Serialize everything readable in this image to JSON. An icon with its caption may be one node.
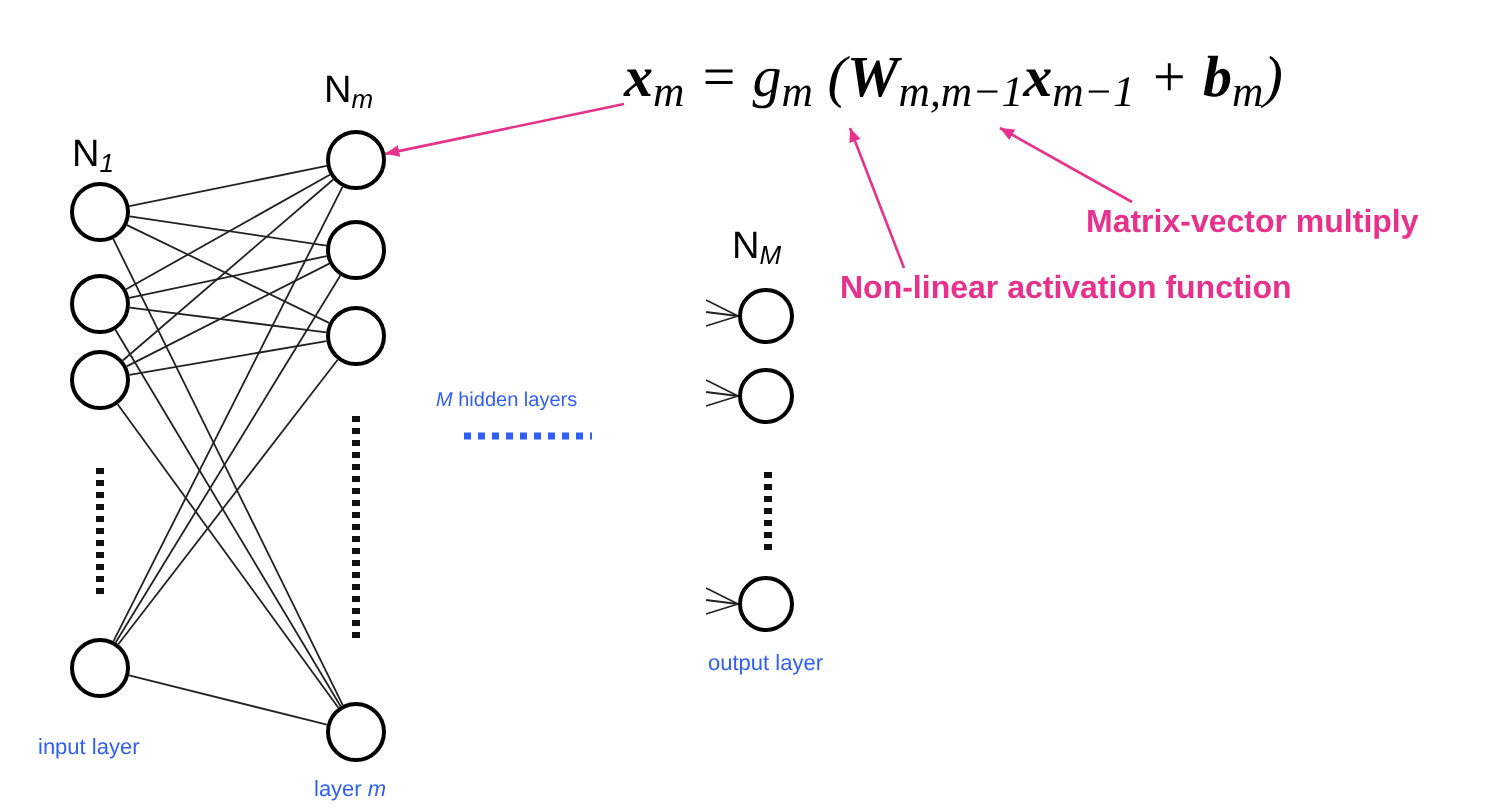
{
  "diagram": {
    "nodes": [
      {
        "text": [],
        "shape": "circle"
      },
      {
        "text": [],
        "shape": "circle"
      },
      {
        "text": [],
        "shape": "circle"
      },
      {
        "text": [],
        "shape": "circle"
      },
      {
        "text": [],
        "shape": "circle"
      },
      {
        "text": [],
        "shape": "circle"
      },
      {
        "text": [],
        "shape": "circle"
      },
      {
        "text": [],
        "shape": "circle"
      },
      {
        "text": [],
        "shape": "circle"
      },
      {
        "text": [],
        "shape": "circle"
      },
      {
        "text": [],
        "shape": "circle"
      },
      {
        "text": [
          "**x**$_{m}$ = g$_{m}$ (**W**$_{m,m−1}$**x**$_{m−1}$ + **b**$_{m}$)"
        ]
      },
      {
        "text": [
          "Non-linear activation function"
        ]
      },
      {
        "text": [
          "Matrix-vector multiply"
        ]
      }
    ],
    "edges": [
      {
        "from": 0,
        "to": 4,
        "arrow": "none"
      },
      {
        "from": 0,
        "to": 5,
        "arrow": "none"
      },
      {
        "from": 0,
        "to": 6,
        "arrow": "none"
      },
      {
        "from": 0,
        "to": 7,
        "arrow": "none"
      },
      {
        "from": 1,
        "to": 4,
        "arrow": "none"
      },
      {
        "from": 1,
        "to": 5,
        "arrow": "none"
      },
      {
        "from": 1,
        "to": 6,
        "arrow": "none"
      },
      {
        "from": 1,
        "to": 7,
        "arrow": "none"
      },
      {
        "from": 2,
        "to": 4,
        "arrow": "none"
      },
      {
        "from": 2,
        "to": 5,
        "arrow": "none"
      },
      {
        "from": 2,
        "to": 6,
        "arrow": "none"
      },
      {
        "from": 2,
        "to": 7,
        "arrow": "none"
      },
      {
        "from": 3,
        "to": 4,
        "arrow": "none"
      },
      {
        "from": 3,
        "to": 5,
        "arrow": "none"
      },
      {
        "from": 3,
        "to": 6,
        "arrow": "none"
      },
      {
        "from": 3,
        "to": 7,
        "arrow": "none"
      },
      {
        "from": null,
        "to": 8,
        "arrow": "none"
      },
      {
        "from": null,
        "to": 8,
        "arrow": "none"
      },
      {
        "from": null,
        "to": 8,
        "arrow": "none"
      },
      {
        "from": null,
        "to": 9,
        "arrow": "none"
      },
      {
        "from": null,
        "to": 9,
        "arrow": "none"
      },
      {
        "from": null,
        "to": 9,
        "arrow": "none"
      },
      {
        "from": null,
        "to": 10,
        "arrow": "none"
      },
      {
        "from": null,
        "to": 10,
        "arrow": "none"
      },
      {
        "from": null,
        "to": 10,
        "arrow": "none"
      },
      {
        "from": 11,
        "to": 4,
        "arrow": "to",
        "color": "#e8318c"
      },
      {
        "from": 12,
        "to": 11,
        "arrow": "to",
        "color": "#e8318c"
      },
      {
        "from": 13,
        "to": 11,
        "arrow": "to",
        "color": "#e8318c"
      }
    ],
    "labels": [
      "N$_{1}$",
      "N$_{m}$",
      "N$_{M}$",
      "*M* hidden layers",
      "input layer",
      "layer *m*",
      "output layer"
    ]
  }
}
